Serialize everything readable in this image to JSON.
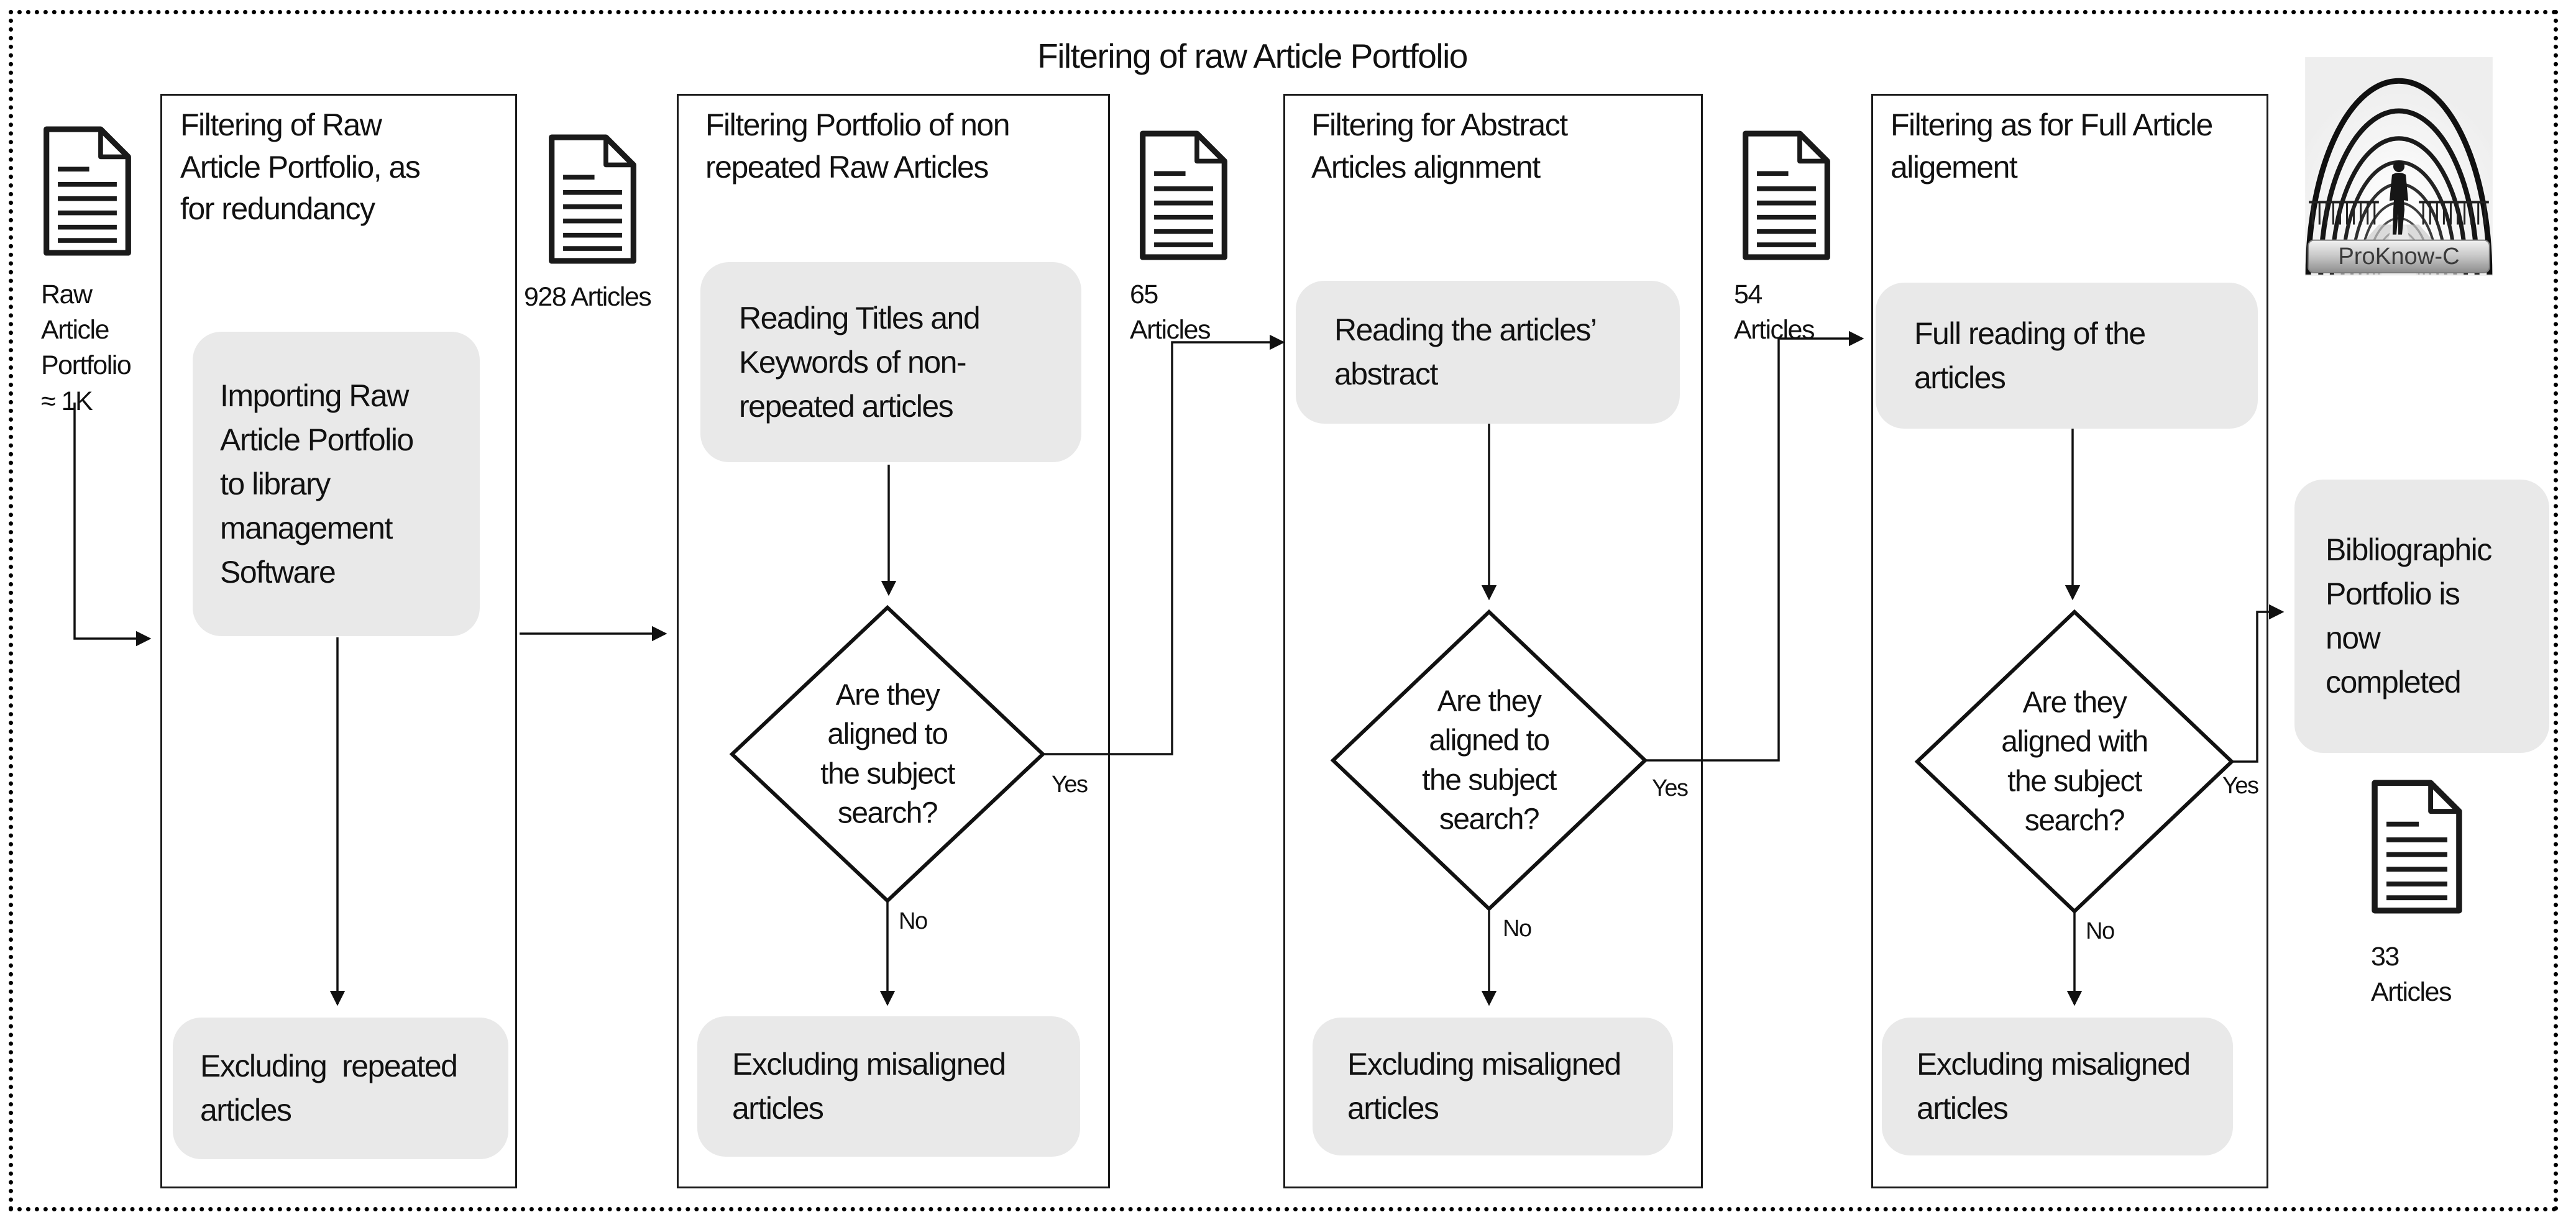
{
  "title": "Filtering of raw Article Portfolio",
  "logo": {
    "caption": "ProKnow-C"
  },
  "source": {
    "label": "Raw\nArticle\nPortfolio\n≈ 1K"
  },
  "counters": {
    "c928": "928 Articles",
    "c65": "65\nArticles",
    "c54": "54\nArticles",
    "c33": "33\nArticles"
  },
  "columns": [
    {
      "header": "Filtering of Raw\nArticle Portfolio, as\nfor redundancy",
      "process": "Importing Raw\nArticle Portfolio\nto library\nmanagement\nSoftware",
      "exclude": "Excluding  repeated\narticles"
    },
    {
      "header": "Filtering Portfolio of non\nrepeated Raw Articles",
      "process": "Reading Titles and\nKeywords of non-\nrepeated articles",
      "decision": "Are they\naligned to\nthe subject\nsearch?",
      "yes_label": "Yes",
      "no_label": "No",
      "exclude": "Excluding misaligned\narticles"
    },
    {
      "header": "Filtering for Abstract\nArticles alignment",
      "process": "Reading the articles’\nabstract",
      "decision": "Are they\naligned to\nthe subject\nsearch?",
      "yes_label": "Yes",
      "no_label": "No",
      "exclude": "Excluding misaligned\narticles"
    },
    {
      "header": "Filtering as for Full Article\naligement",
      "process": "Full reading of the\narticles",
      "decision": "Are they\naligned with\nthe subject\nsearch?",
      "yes_label": "Yes",
      "no_label": "No",
      "exclude": "Excluding misaligned\narticles"
    }
  ],
  "result": {
    "label": "Bibliographic\nPortfolio is\nnow\ncompleted"
  },
  "colors": {
    "box_fill": "#e9e9e9",
    "line": "#111111",
    "border": "#1a1a1a"
  }
}
